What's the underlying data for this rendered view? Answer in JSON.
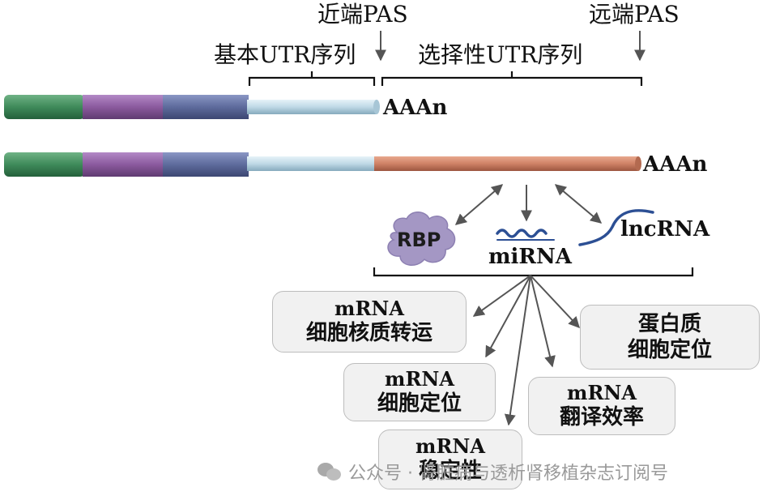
{
  "labels": {
    "proximal_pas": "近端PAS",
    "distal_pas": "远端PAS",
    "basic_utr": "基本UTR序列",
    "alternative_utr": "选择性UTR序列",
    "polya_short": "AAAn",
    "polya_long": "AAAn",
    "rbp": "RBP",
    "mirna": "miRNA",
    "lncrna": "lncRNA"
  },
  "outcomes": {
    "nuclear_export": {
      "line1": "mRNA",
      "line2": "细胞核质转运"
    },
    "protein_localization": {
      "line1": "蛋白质",
      "line2": "细胞定位"
    },
    "mrna_localization": {
      "line1": "mRNA",
      "line2": "细胞定位"
    },
    "translation": {
      "line1": "mRNA",
      "line2": "翻译效率"
    },
    "stability": {
      "line1": "mRNA",
      "line2": "稳定性"
    }
  },
  "watermark": "公众号 · 肾脏病与透析肾移植杂志订阅号",
  "colors": {
    "seg_green": "#3f8a5a",
    "seg_purple": "#8b5a9e",
    "seg_blue": "#5e6b9c",
    "utr_basic": "#bfd9e6",
    "utr_alt": "#cf8266",
    "rbp": "#a497c4",
    "rna_wave": "#2c4f94"
  }
}
